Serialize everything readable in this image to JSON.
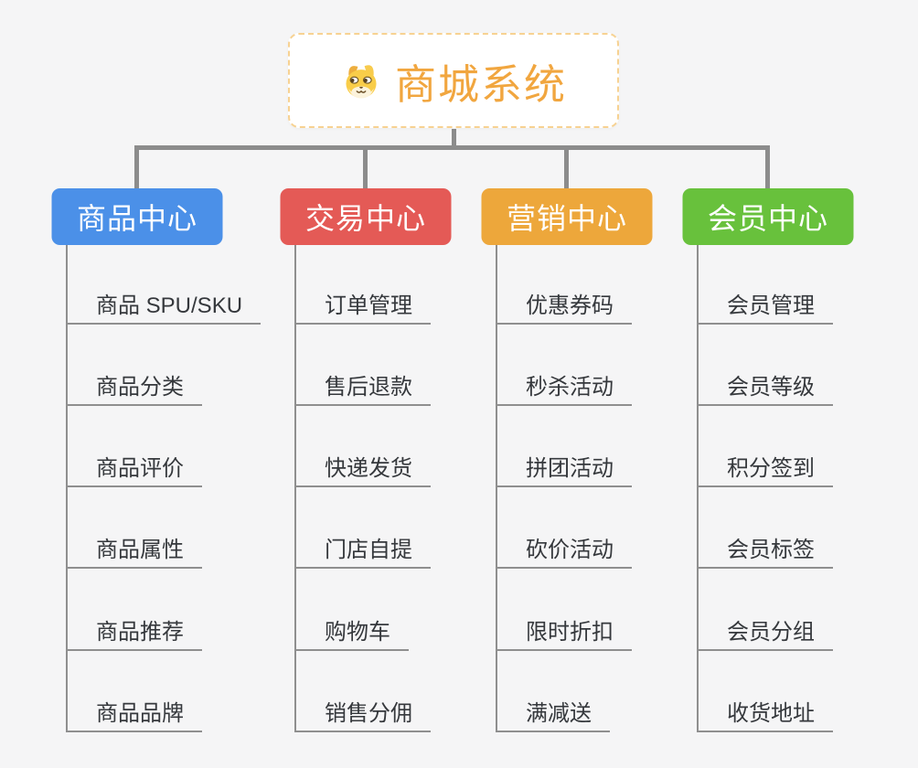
{
  "root": {
    "title": "商城系统",
    "icon": "dog-icon",
    "title_color": "#f1a63f",
    "border_color": "#f7d292"
  },
  "connector_color": "#8c8c8c",
  "branches": [
    {
      "label": "商品中心",
      "color": "#4b90e8",
      "children": [
        "商品 SPU/SKU",
        "商品分类",
        "商品评价",
        "商品属性",
        "商品推荐",
        "商品品牌"
      ]
    },
    {
      "label": "交易中心",
      "color": "#e45a56",
      "children": [
        "订单管理",
        "售后退款",
        "快递发货",
        "门店自提",
        "购物车",
        "销售分佣"
      ]
    },
    {
      "label": "营销中心",
      "color": "#eda73b",
      "children": [
        "优惠券码",
        "秒杀活动",
        "拼团活动",
        "砍价活动",
        "限时折扣",
        "满减送"
      ]
    },
    {
      "label": "会员中心",
      "color": "#68c13c",
      "children": [
        "会员管理",
        "会员等级",
        "积分签到",
        "会员标签",
        "会员分组",
        "收货地址"
      ]
    }
  ]
}
